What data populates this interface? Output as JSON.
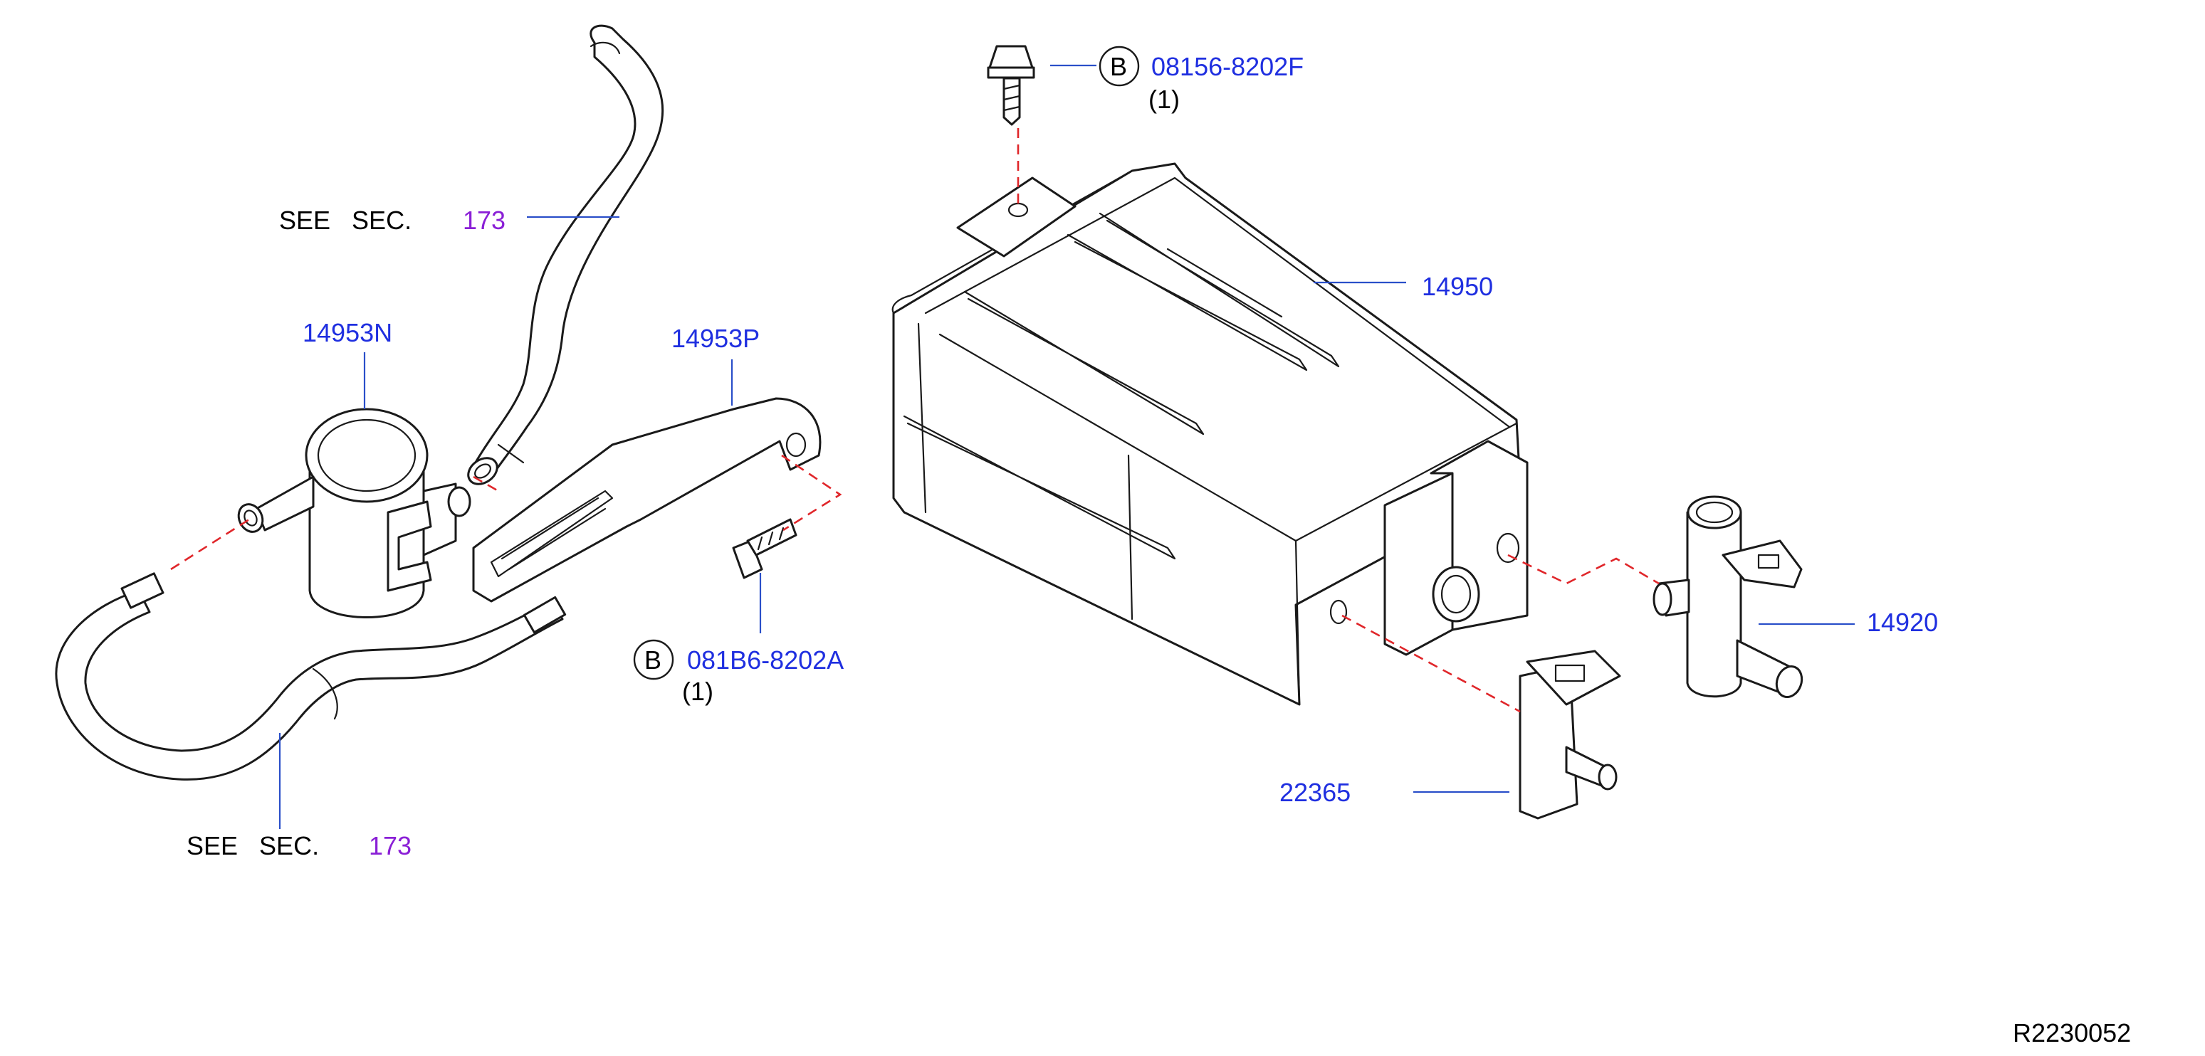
{
  "labels": {
    "canister": "14950",
    "valve_14920": "14920",
    "sensor_22365": "22365",
    "filter_14953N": "14953N",
    "bracket_14953P": "14953P",
    "bolt_top_code": "08156-8202F",
    "bolt_top_qty": "(1)",
    "bolt_lower_code": "081B6-8202A",
    "bolt_lower_qty": "(1)",
    "bolt_badge": "B",
    "see_sec_text": "SEE   SEC.",
    "sec_number": "173",
    "drawing_id": "R2230052"
  },
  "colors": {
    "part_number": "#1f2fe0",
    "section_ref": "#8a1fd6",
    "leader": "#2a4fc9",
    "phantom_line": "#e0262a",
    "drawing": "#1a1a1a"
  }
}
